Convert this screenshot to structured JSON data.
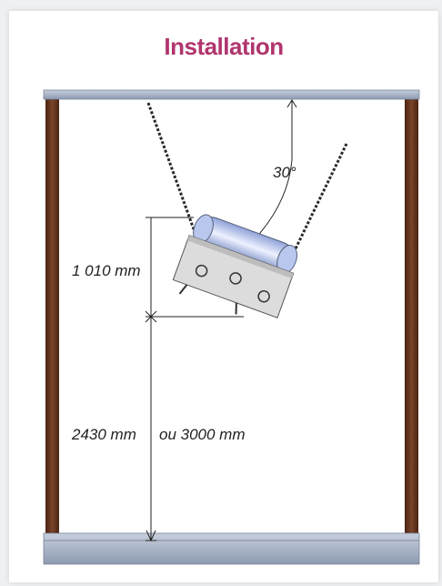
{
  "title": "Installation",
  "labels": {
    "angle": "30°",
    "height_heater": "1 010 mm",
    "height_floor_1": "2430 mm",
    "height_floor_2": "ou  3000 mm"
  },
  "colors": {
    "title": "#b0356d",
    "post": "#6b3a22",
    "beam": "#8f9db3",
    "heater_body": "#d9d9d9",
    "chain": "#333333"
  }
}
